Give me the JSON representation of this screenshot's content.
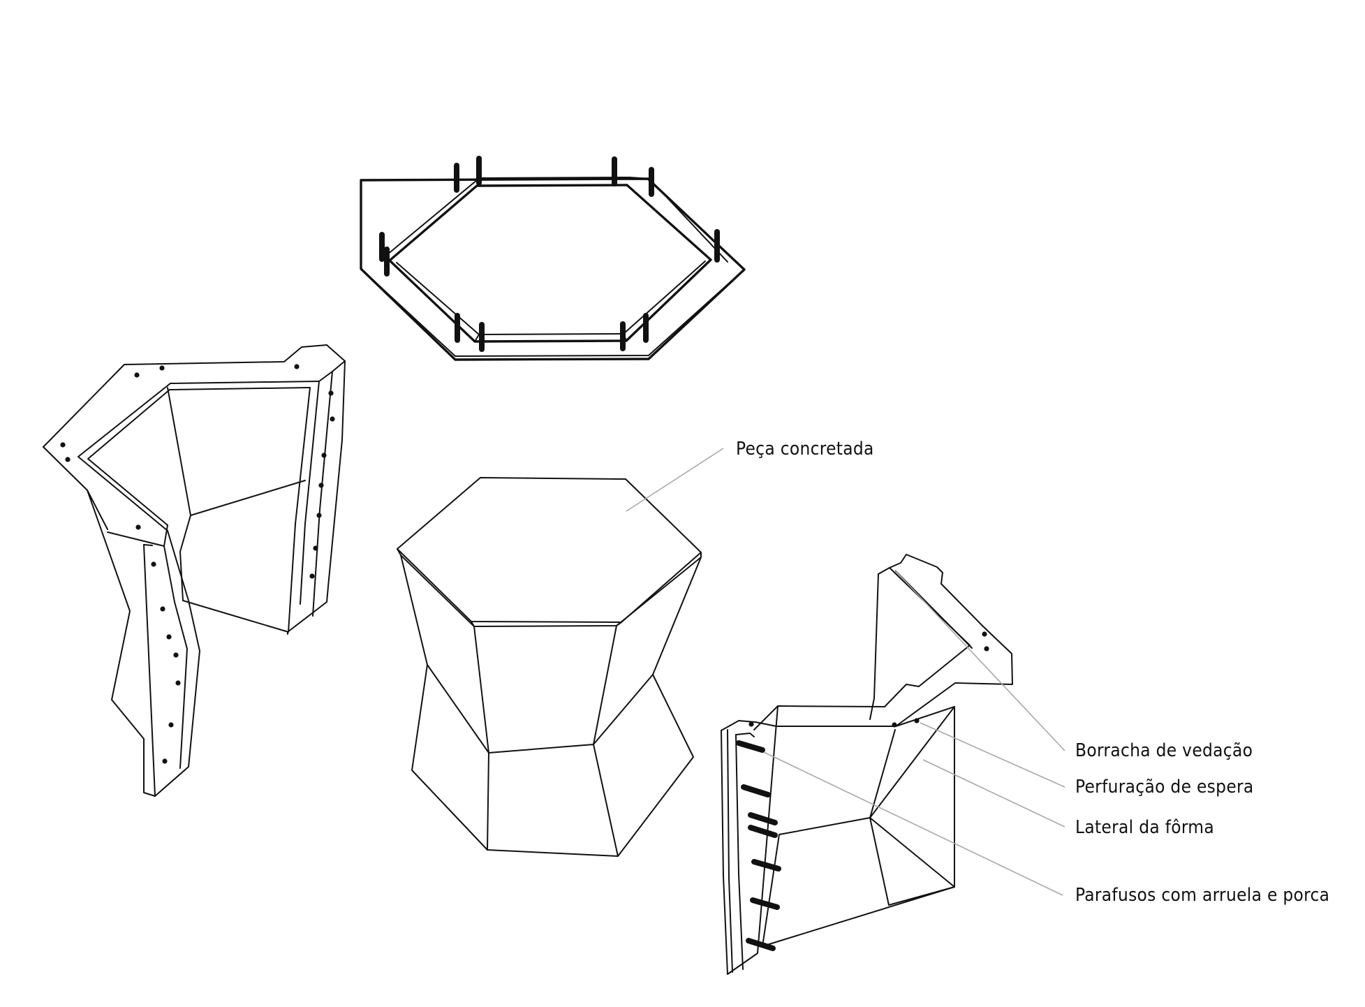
{
  "labels": {
    "concrete_piece": "Peça concretada",
    "rubber_seal": "Borracha de vedação",
    "waiting_hole": "Perfuração de espera",
    "form_side": "Lateral da fôrma",
    "bolts": "Parafusos com arruela e porca"
  },
  "colors": {
    "ink": "#111111",
    "leader": "#a8a8a8",
    "background": "#ffffff"
  }
}
